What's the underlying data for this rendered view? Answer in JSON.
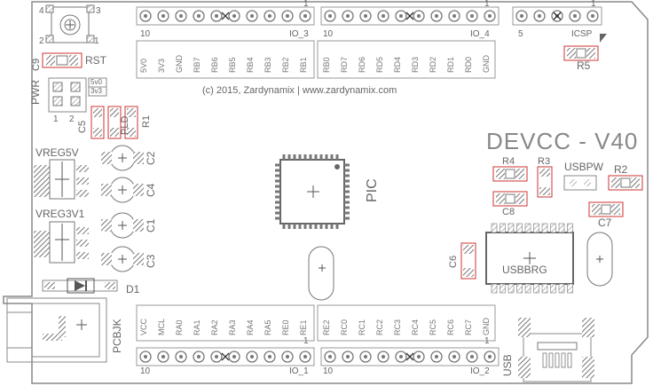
{
  "board": {
    "title": "DEVCC - V40",
    "credit": "(c) 2015, Zardynamix | www.zardynamix.com",
    "chip_label": "PIC",
    "usb_chip_label": "USBBRG"
  },
  "top_headers": {
    "io3": {
      "name": "IO_3",
      "left_num": "10",
      "right_num": "1"
    },
    "io4": {
      "name": "IO_4",
      "left_num": "10",
      "right_num": "1"
    },
    "icsp": {
      "name": "ICSP",
      "left_num": "5",
      "right_num": "1"
    },
    "io3_pins": [
      "5V0",
      "3V3",
      "GND",
      "RB7",
      "RB6",
      "RB5",
      "RB4",
      "RB3",
      "RB2",
      "RB1"
    ],
    "io4_pins": [
      "RB0",
      "RD7",
      "RD6",
      "RD5",
      "RD4",
      "RD3",
      "RD2",
      "RD1",
      "RD0",
      "GND"
    ]
  },
  "bottom_headers": {
    "io1": {
      "name": "IO_1",
      "left_num": "10",
      "right_num": "1"
    },
    "io2": {
      "name": "IO_2",
      "left_num": "10",
      "right_num": "1"
    },
    "io1_pins": [
      "VCC",
      "MCL",
      "RA0",
      "RA1",
      "RA2",
      "RA3",
      "RA4",
      "RA5",
      "RE0",
      "RE1"
    ],
    "io2_pins": [
      "RE2",
      "RC0",
      "RC1",
      "RC2",
      "RC3",
      "RC4",
      "RC5",
      "RC6",
      "RC7",
      "GND"
    ]
  },
  "reset": {
    "label": "RST",
    "pins": [
      "4",
      "3",
      "2",
      "1"
    ],
    "cap": "C9"
  },
  "power": {
    "label": "PWR",
    "pins": [
      "1",
      "2"
    ],
    "opt1": "5v0",
    "opt2": "3v3"
  },
  "components": {
    "c5": "C5",
    "pld": "PLD",
    "r1": "R1",
    "c2": "C2",
    "c4": "C4",
    "c1": "C1",
    "c3": "C3",
    "vreg5": "VREG5V",
    "vreg3": "VREG3V1",
    "d1": "D1",
    "jack": "PCBJK",
    "r5": "R5",
    "r4": "R4",
    "r3": "R3",
    "r2": "R2",
    "usbpw": "USBPW",
    "c8": "C8",
    "c7": "C7",
    "c6": "C6",
    "usb": "USB"
  },
  "colors": {
    "outline": "#777777",
    "pad": "#c0c0c0",
    "accent": "#d33333"
  }
}
